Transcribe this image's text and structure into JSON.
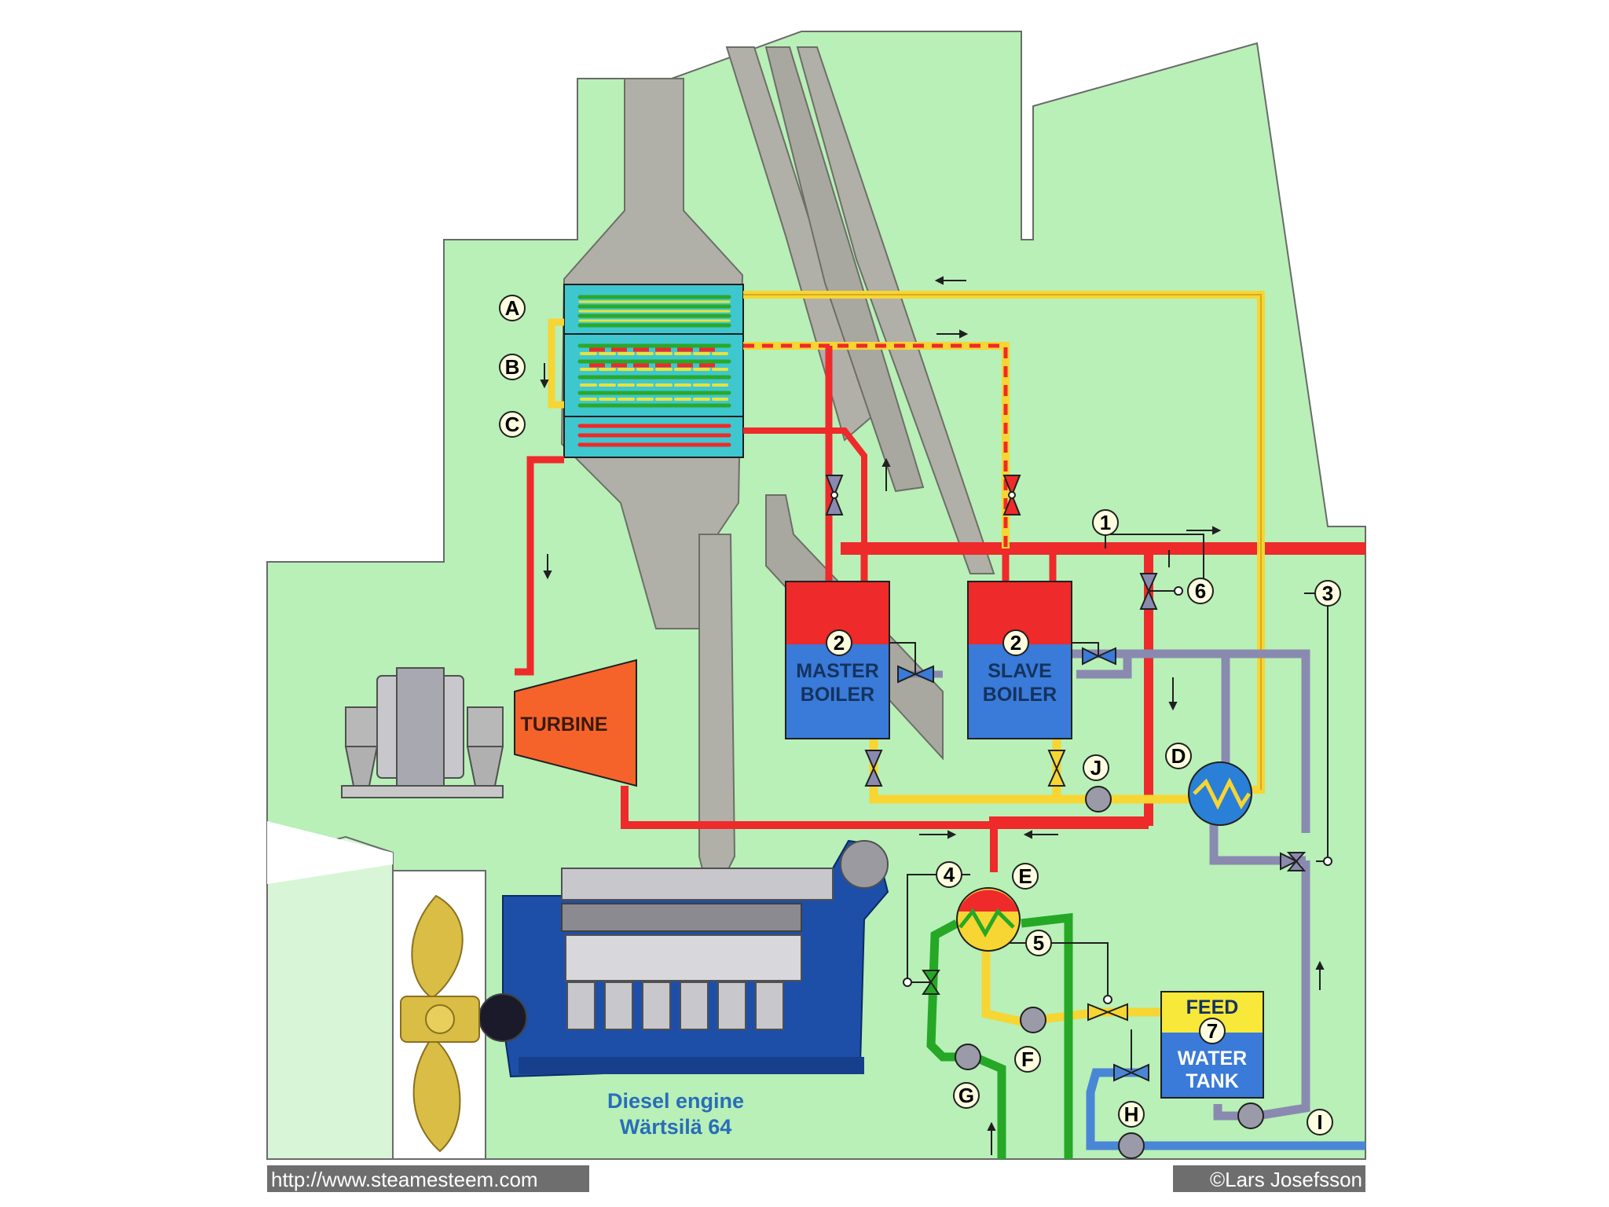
{
  "diagram": {
    "circle_labels": [
      "A",
      "B",
      "C",
      "D",
      "E",
      "F",
      "G",
      "H",
      "I",
      "J",
      "1",
      "2",
      "2",
      "3",
      "4",
      "5",
      "6",
      "7"
    ],
    "components": {
      "turbine": "TURBINE",
      "master_boiler_line1": "MASTER",
      "master_boiler_line2": "BOILER",
      "slave_boiler_line1": "SLAVE",
      "slave_boiler_line2": "BOILER",
      "feed_tank_line1": "FEED",
      "feed_tank_line2": "WATER",
      "feed_tank_line3": "TANK"
    },
    "engine_caption_line1": "Diesel engine",
    "engine_caption_line2": "Wärtsilä 64",
    "footer_left": "http://www.steamesteem.com",
    "footer_right": "©Lars Josefsson",
    "colors": {
      "background_hull": "#b8f0b8",
      "exhaust_gray": "#b0b0a8",
      "steam_red": "#ee2a2a",
      "feed_yellow": "#f7d533",
      "return_gray": "#8a8ab0",
      "cooling_green": "#26a826",
      "seawater_blue": "#4a86d6",
      "water_blue": "#3a7ad8",
      "turbine_orange": "#f5632a",
      "engine_blue": "#1d4fa8"
    }
  }
}
